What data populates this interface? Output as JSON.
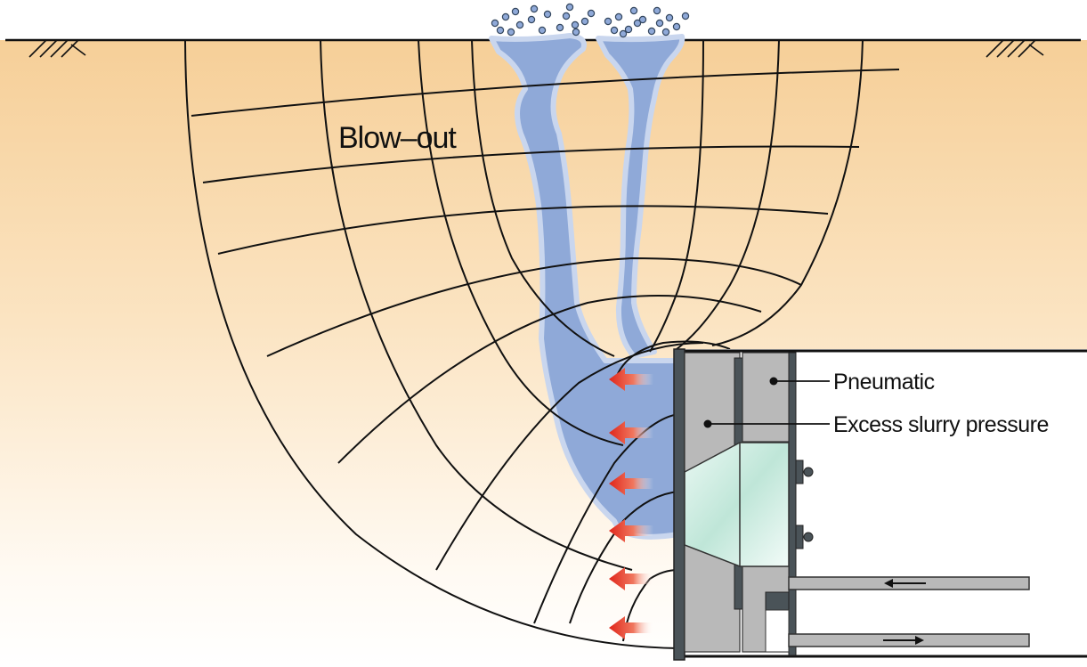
{
  "labels": {
    "blowout": "Blow–out",
    "pneumatic": "Pneumatic",
    "excess_slurry": "Excess slurry pressure"
  },
  "colors": {
    "soil_top": "#f6cf98",
    "soil_bottom": "#ffffff",
    "slurry": "#8fa9d8",
    "arrow": "#e53a2c",
    "steel": "#4a5358",
    "chamber": "#b9b9b9",
    "glass": "#cfeee4"
  },
  "icons": {
    "ground_hatch": "ground-hatch-icon",
    "pressure_arrow": "pressure-arrow-icon",
    "bubble": "bubble-icon"
  }
}
